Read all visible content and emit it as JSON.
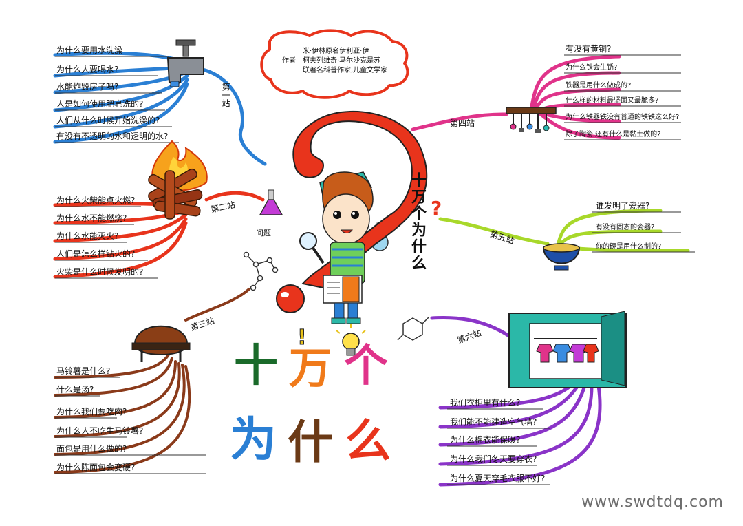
{
  "title_chars": [
    "十",
    "万",
    "个",
    "为",
    "什",
    "么"
  ],
  "vertical_title": "十万个为什么",
  "author_note": {
    "label": "作者",
    "lines": [
      "米·伊林原名伊利亚·伊",
      "柯夫列维奇·马尔沙克是苏",
      "联著名科普作家,儿童文学家"
    ]
  },
  "center_label": "问题",
  "stations": {
    "s1": {
      "label": "第一站",
      "questions": [
        "为什么要用水洗澡",
        "为什么人要喝水?",
        "水能炸毁房子吗?",
        "人是如何使用肥皂洗的?",
        "人们从什么时候开始洗澡的?",
        "有没有不透明的水和透明的水?"
      ]
    },
    "s2": {
      "label": "第二站",
      "questions": [
        "为什么火柴能点火燃?",
        "为什么水不能燃烧?",
        "为什么水能灭火?",
        "人们是怎么样钻火的?",
        "火柴是什么时候发明的?"
      ]
    },
    "s3": {
      "label": "第三站",
      "questions": [
        "马铃薯是什么?",
        "什么是汤?",
        "为什么我们要吃肉?",
        "为什么人不吃生马铃薯?",
        "面包是用什么做的?",
        "为什么陈面包会变硬?"
      ]
    },
    "s4": {
      "label": "第四站",
      "questions": [
        "有没有黄铜?",
        "为什么铁会生锈?",
        "铁器是用什么做成的?",
        "什么样的材料最坚固又最脆多?",
        "为什么铁器铁没有普通的铁铁这么好?",
        "除了陶瓷,还有什么是黏土做的?"
      ]
    },
    "s5": {
      "label": "第五站",
      "questions": [
        "谁发明了瓷器?",
        "有没有固态的瓷器?",
        "你的碗是用什么制的?"
      ]
    },
    "s6": {
      "label": "第六站",
      "questions": [
        "我们衣柜里有什么?",
        "我们能不能建造空气墙?",
        "为什么棉衣能保暖?",
        "为什么我们冬天要穿衣?",
        "为什么夏天穿毛衣服不好?"
      ]
    }
  },
  "watermark": "www.swdtdq.com",
  "colors": {
    "blue": "#2a7fd4",
    "red": "#e8341c",
    "brown": "#8a3a1a",
    "pink": "#e0338a",
    "green": "#a8d82a",
    "purple": "#8a34c8",
    "black": "#111111",
    "orange": "#f07a1a",
    "yellow": "#f0c419"
  }
}
